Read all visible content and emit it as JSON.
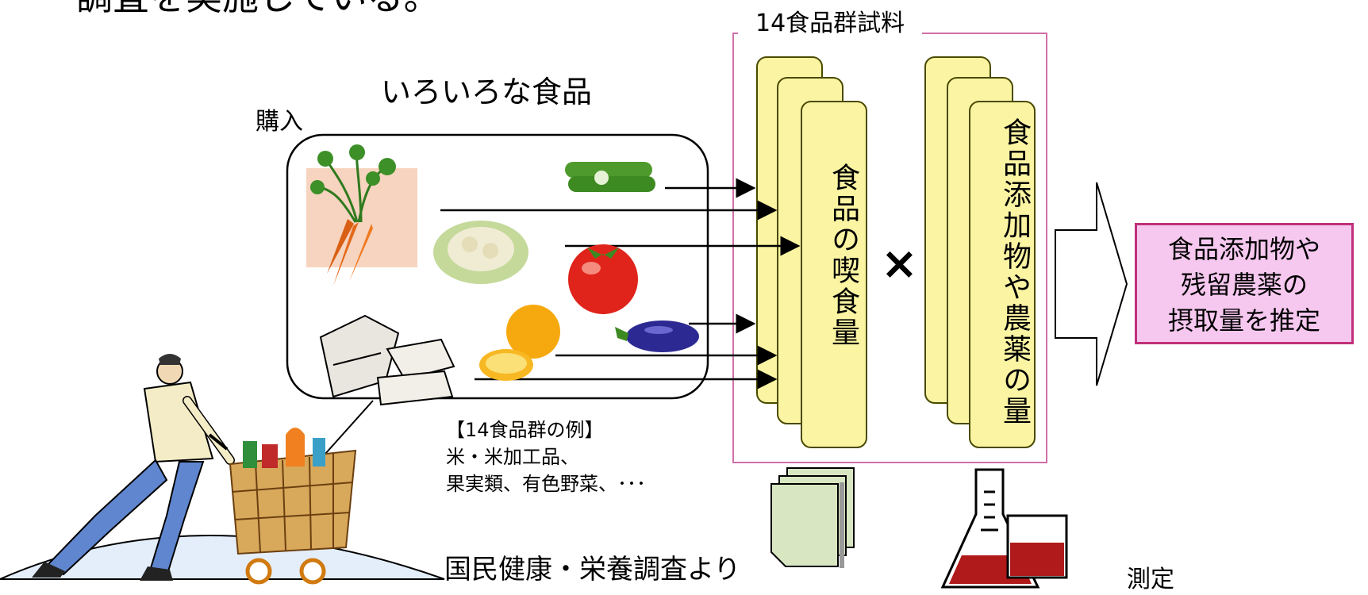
{
  "header": {
    "cut_text": "調査を実施している。"
  },
  "foods": {
    "title": "いろいろな食品",
    "purchase": "購入"
  },
  "samples": {
    "title": "14食品群試料"
  },
  "consumption": "食品の喫食量",
  "additives": "食品添加物や農薬の量",
  "times": "×",
  "result": {
    "line1": "食品添加物や",
    "line2": "残留農薬の",
    "line3": "摂取量を推定"
  },
  "examples": {
    "line1": "【14食品群の例】",
    "line2": "米・米加工品、",
    "line3": "果実類、有色野菜、･･･"
  },
  "survey_source": "国民健康・栄養調査より",
  "measurement": "測定",
  "icons": [
    "carrot-icon",
    "cucumber-icon",
    "cauliflower-icon",
    "tomato-icon",
    "orange-icon",
    "eggplant-icon",
    "rice-bags-icon",
    "shopper-icon",
    "shopping-cart-icon",
    "documents-icon",
    "beakers-icon"
  ],
  "colors": {
    "card": "#fbf5a3",
    "card_border": "#4a4a00",
    "frame": "#d070a8",
    "result_bg": "#f6c8ef",
    "result_border": "#c0307a"
  }
}
